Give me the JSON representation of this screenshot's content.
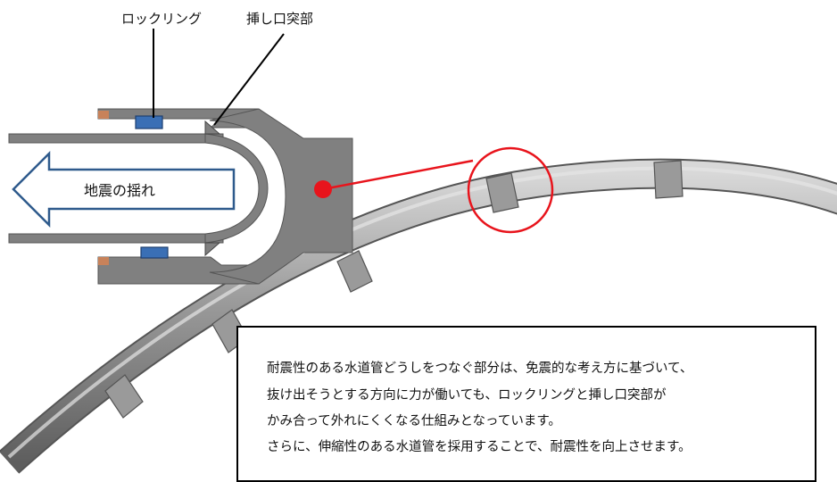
{
  "labels": {
    "lock_ring": "ロックリング",
    "spigot_projection": "挿し口突部",
    "arrow": "地震の揺れ"
  },
  "note": {
    "lines": [
      "耐震性のある水道管どうしをつなぐ部分は、免震的な考え方に基づいて、",
      "抜け出そうとする方向に力が働いても、ロックリングと挿し口突部が",
      "かみ合って外れにくくなる仕組みとなっています。",
      "さらに、伸縮性のある水道管を採用することで、耐震性を向上させます。"
    ]
  },
  "colors": {
    "pipe_section": "#808080",
    "lock_ring": "#3a6fb5",
    "copper_seal": "#c8825a",
    "callout": "#e8141c",
    "arrow_outline": "#2e5a8c",
    "pipe_3d": "#8c8c8c"
  }
}
